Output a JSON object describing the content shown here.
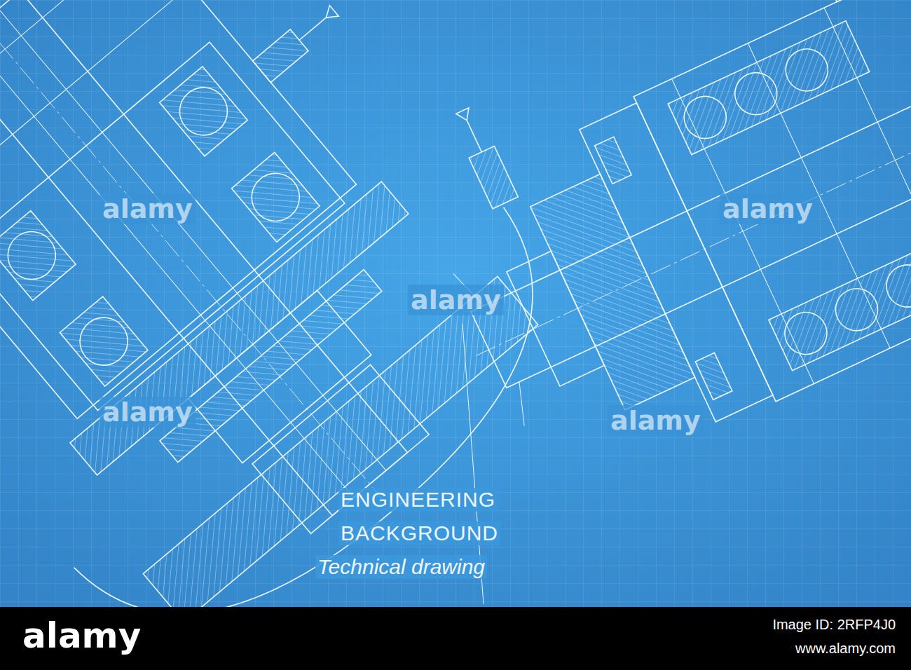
{
  "diagram": {
    "labels": [
      "alamy",
      "alamy",
      "alamy",
      "alamy",
      "alamy",
      "ENGINEERING",
      "BACKGROUND",
      "Technical drawing",
      "alamy",
      "Image ID: 2RFP4J0",
      "www.alamy.com"
    ]
  }
}
